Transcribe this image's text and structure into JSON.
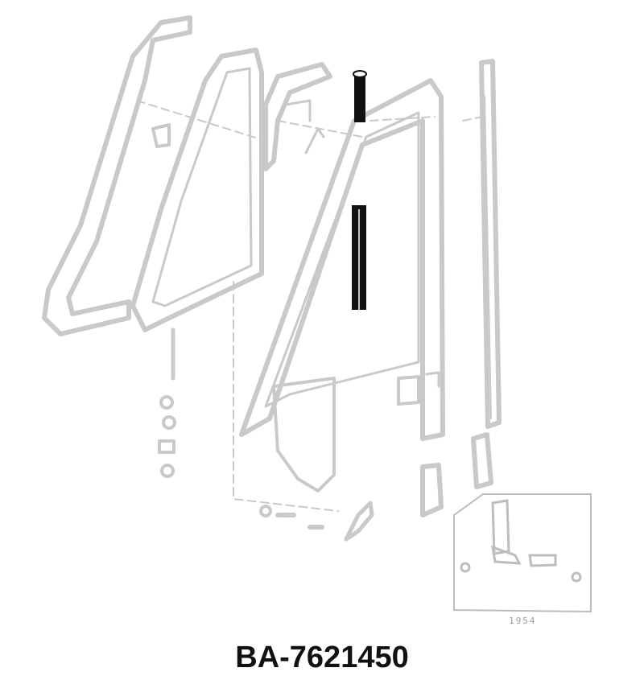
{
  "diagram": {
    "title": "Exploded view: door vent window assembly with highlighted run channel",
    "highlighted_part": "vertical glass run channel (black)",
    "line_color": "#c8c8c8",
    "highlight_color": "#111111",
    "inset": {
      "label": "1954"
    }
  },
  "caption": {
    "part_number": "BA-7621450"
  }
}
